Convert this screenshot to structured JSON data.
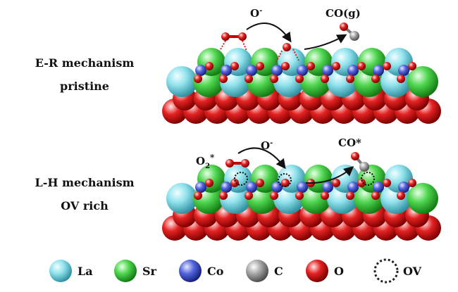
{
  "panels": [
    {
      "mechanism": "E-R mechanism",
      "surface": "pristine",
      "ion_label": "O",
      "ion_charge": "-",
      "product_label": "CO(g)"
    },
    {
      "mechanism": "L-H mechanism",
      "surface": "OV rich",
      "adsorbate_label": "O",
      "adsorbate_sub": "2",
      "adsorbate_sup": "*",
      "ion_label": "O",
      "ion_charge": "-",
      "product_label": "CO*"
    }
  ],
  "legend": [
    {
      "label": "La",
      "color": "#7fdbe6",
      "icon": "la-atom-icon"
    },
    {
      "label": "Sr",
      "color": "#3fcf3f",
      "icon": "sr-atom-icon"
    },
    {
      "label": "Co",
      "color": "#4a5ad8",
      "icon": "co-atom-icon"
    },
    {
      "label": "C",
      "color": "#9a9a9a",
      "icon": "c-atom-icon"
    },
    {
      "label": "O",
      "color": "#e21d1d",
      "icon": "o-atom-icon"
    },
    {
      "label": "OV",
      "color": "#222222",
      "icon": "oxygen-vacancy-icon"
    }
  ]
}
